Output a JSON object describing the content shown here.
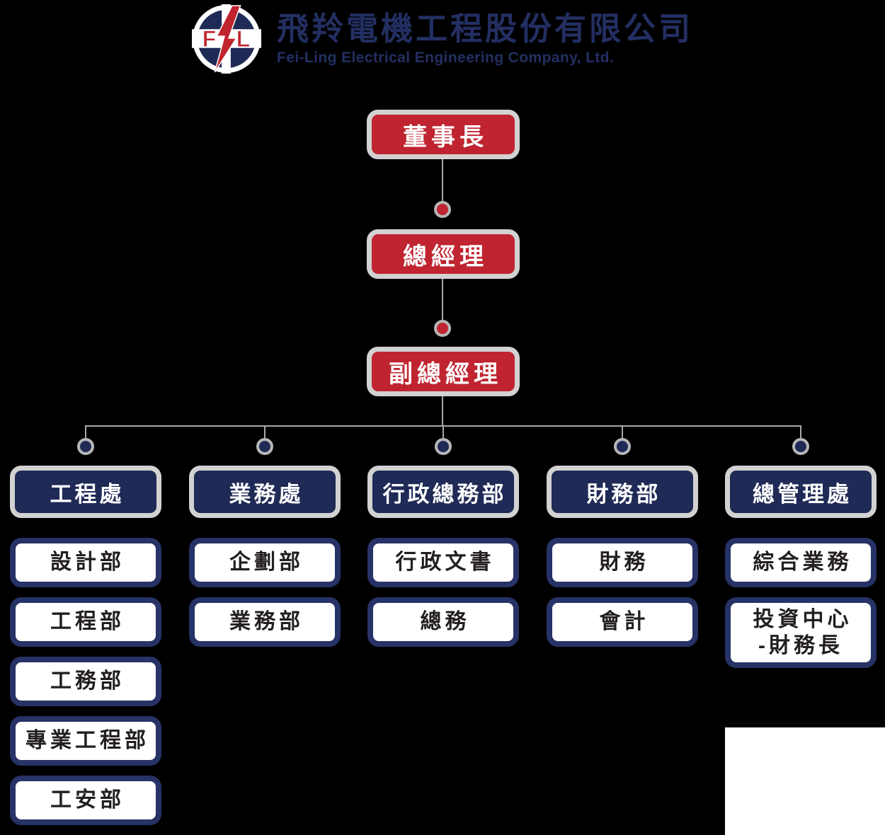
{
  "brand": {
    "logo_letters": {
      "left": "F",
      "right": "L"
    },
    "title_zh": "飛羚電機工程股份有限公司",
    "title_en": "Fei-Ling Electrical Engineering Company, Ltd."
  },
  "org": {
    "chain": [
      "董事長",
      "總經理",
      "副總經理"
    ],
    "columns": [
      {
        "header": "工程處",
        "children": [
          "設計部",
          "工程部",
          "工務部",
          "專業工程部",
          "工安部"
        ]
      },
      {
        "header": "業務處",
        "children": [
          "企劃部",
          "業務部"
        ]
      },
      {
        "header": "行政總務部",
        "children": [
          "行政文書",
          "總務"
        ]
      },
      {
        "header": "財務部",
        "children": [
          "財務",
          "會計"
        ]
      },
      {
        "header": "總管理處",
        "children": [
          "綜合業務",
          "投資中心\n-財務長"
        ]
      }
    ]
  },
  "colors": {
    "background": "#000000",
    "box_red": "#bf2430",
    "box_navy": "#1f2a56",
    "border_silver": "#d2d2d2",
    "sub_border_navy": "#273266",
    "connector_gray": "#a8a8a8",
    "title_navy": "#232f62",
    "text_dark": "#231f20",
    "logo_red": "#c0242e",
    "white_patch": "#ffffff"
  }
}
